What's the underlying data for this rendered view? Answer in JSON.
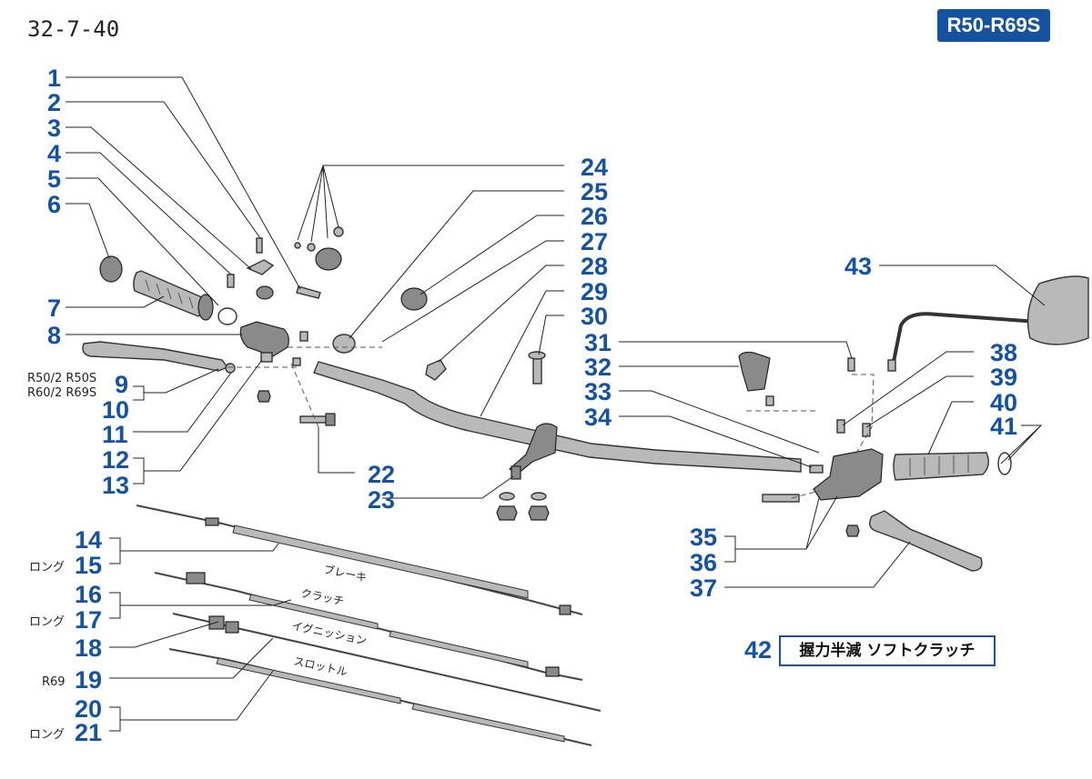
{
  "header": {
    "page_code": "32-7-40",
    "model_range": "R50-R69S"
  },
  "callouts": {
    "1": "1",
    "2": "2",
    "3": "3",
    "4": "4",
    "5": "5",
    "6": "6",
    "7": "7",
    "8": "8",
    "9": "9",
    "10": "10",
    "11": "11",
    "12": "12",
    "13": "13",
    "14": "14",
    "15": "15",
    "16": "16",
    "17": "17",
    "18": "18",
    "19": "19",
    "20": "20",
    "21": "21",
    "22": "22",
    "23": "23",
    "24": "24",
    "25": "25",
    "26": "26",
    "27": "27",
    "28": "28",
    "29": "29",
    "30": "30",
    "31": "31",
    "32": "32",
    "33": "33",
    "34": "34",
    "35": "35",
    "36": "36",
    "37": "37",
    "38": "38",
    "39": "39",
    "40": "40",
    "41": "41",
    "43": "43"
  },
  "notes": {
    "model_9": "R50/2 R50S",
    "model_10": "R60/2 R69S",
    "long_15": "ロング",
    "long_17": "ロング",
    "model_19": "R69",
    "long_21": "ロング"
  },
  "cable_labels": {
    "brake": "ブレーキ",
    "clutch": "クラッチ",
    "ignition": "イグニッション",
    "throttle": "スロットル"
  },
  "feature": {
    "number": "42",
    "label": "握力半減 ソフトクラッチ"
  }
}
